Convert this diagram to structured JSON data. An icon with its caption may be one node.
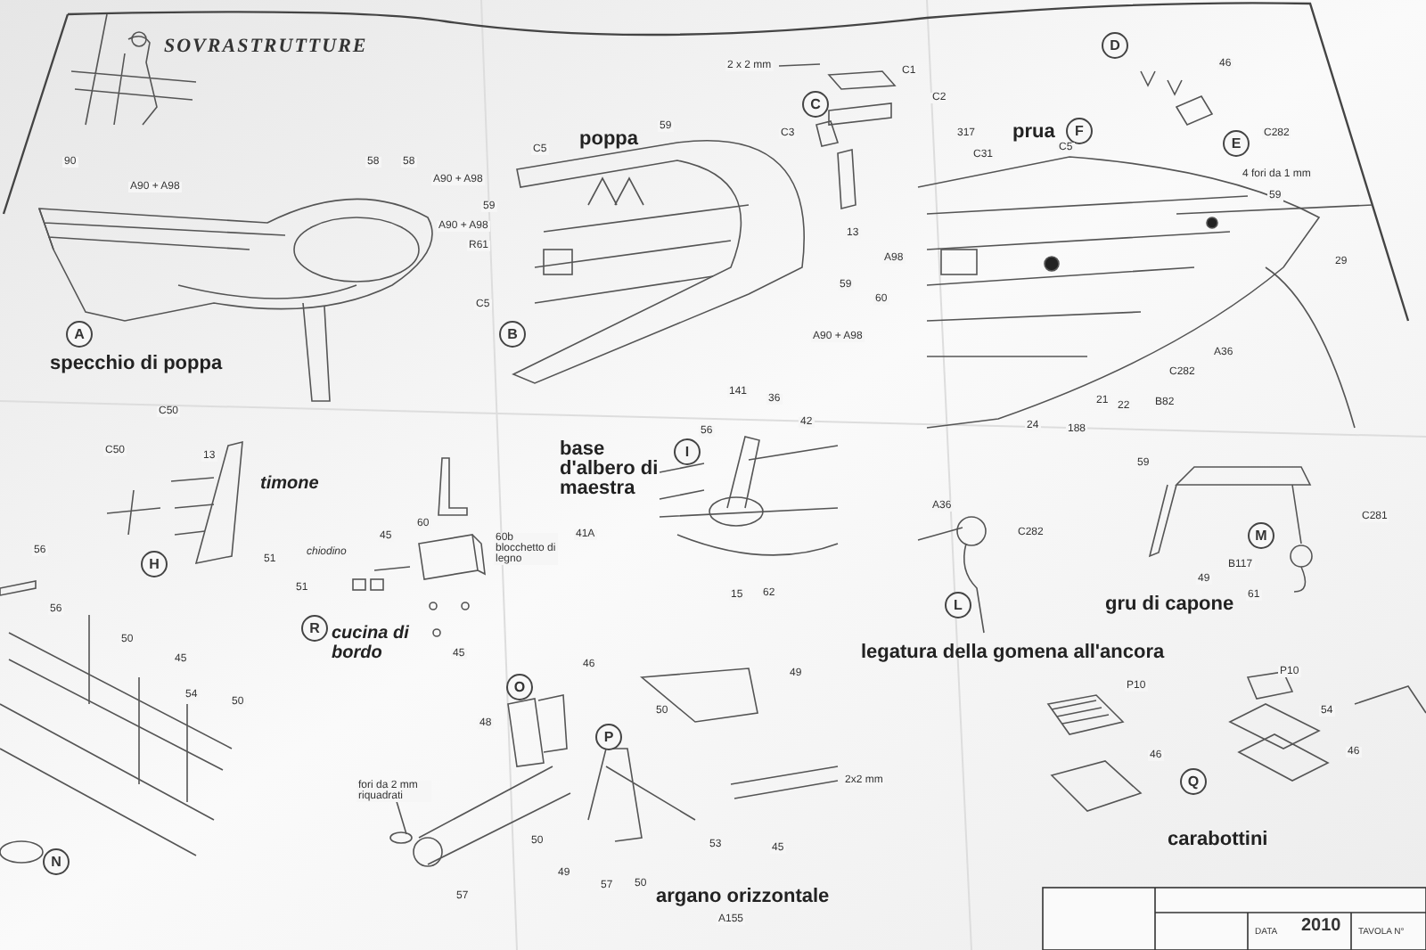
{
  "diagram": {
    "title": "SOVRASTRUTTURE",
    "labels": [
      "90",
      "A90 + A98",
      "58",
      "58",
      "A",
      "specchio di poppa",
      "C50",
      "poppa",
      "C5",
      "59",
      "A90 + A98",
      "59",
      "A90 + A98",
      "R61",
      "C5",
      "B",
      "59",
      "A90 + A98",
      "2 x 2 mm",
      "C1",
      "C",
      "C2",
      "C3",
      "13",
      "A98",
      "60",
      "prua",
      "D",
      "46",
      "F",
      "C5",
      "317",
      "C31",
      "E",
      "C282",
      "4 fori da 1 mm",
      "59",
      "29",
      "A36",
      "C282",
      "21",
      "22",
      "B82",
      "24",
      "188",
      "C50",
      "13",
      "timone",
      "H",
      "51",
      "56",
      "56",
      "50",
      "45",
      "54",
      "50",
      "N",
      "60",
      "chiodino",
      "45",
      "60b blocchetto di legno",
      "51",
      "R",
      "cucina di bordo",
      "45",
      "base d'albero di maestra",
      "I",
      "141",
      "36",
      "56",
      "42",
      "41A",
      "15",
      "62",
      "A36",
      "C282",
      "L",
      "legatura della gomena all'ancora",
      "59",
      "C281",
      "M",
      "B117",
      "49",
      "gru di capone",
      "61",
      "O",
      "46",
      "48",
      "P",
      "49",
      "50",
      "fori da 2 mm riquadrati",
      "2x2 mm",
      "57",
      "50",
      "49",
      "57",
      "50",
      "53",
      "45",
      "argano orizzontale",
      "A155",
      "P10",
      "P10",
      "46",
      "54",
      "46",
      "Q",
      "carabottini",
      "DATA",
      "2010",
      "TAVOLA N°"
    ]
  }
}
